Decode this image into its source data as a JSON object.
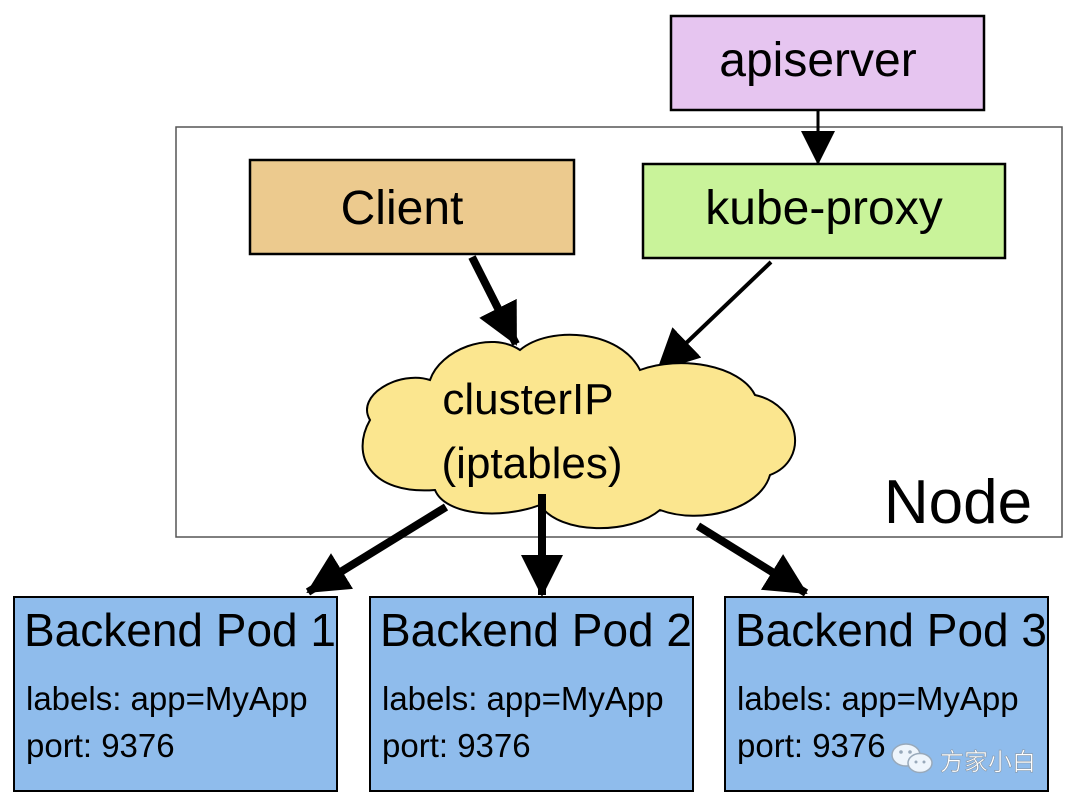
{
  "diagram": {
    "apiserver": {
      "label": "apiserver",
      "color": "#e6c5f0"
    },
    "node": {
      "label": "Node"
    },
    "client": {
      "label": "Client",
      "color": "#ecca8e"
    },
    "kube_proxy": {
      "label": "kube-proxy",
      "color": "#c9f39a"
    },
    "cluster_ip": {
      "line1": "clusterIP",
      "line2": "(iptables)",
      "color": "#fbe68f"
    },
    "pods": [
      {
        "title": "Backend Pod 1",
        "labels": "labels: app=MyApp",
        "port": "port: 9376"
      },
      {
        "title": "Backend Pod 2",
        "labels": "labels: app=MyApp",
        "port": "port: 9376"
      },
      {
        "title": "Backend Pod 3",
        "labels": "labels: app=MyApp",
        "port": "port: 9376"
      }
    ],
    "pod_color": "#8fbcec",
    "watermark": {
      "text": "方家小白",
      "icon": "wechat-icon"
    }
  }
}
